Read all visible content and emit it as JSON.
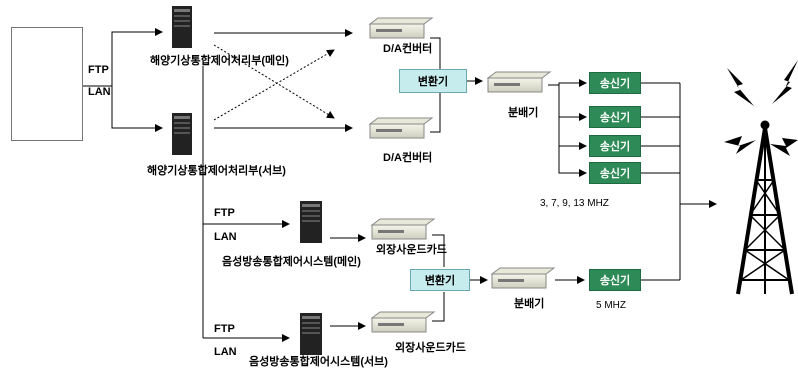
{
  "labels": {
    "ftp": "FTP",
    "lan": "LAN",
    "control_main": "해양기상통합제어처리부(메인)",
    "control_sub": "해양기상통합제어처리부(서브)",
    "da_converter": "D/A컨버터",
    "switcher": "변환기",
    "distributor": "분배기",
    "transmitter": "송신기",
    "voice_main": "음성방송통합제어시스템(메인)",
    "voice_sub": "음성방송통합제어시스템(서브)",
    "sound_card": "외장사운드카드"
  },
  "frequencies": {
    "multi": "3, 7, 9, 13 MHZ",
    "single": "5 MHZ"
  },
  "colors": {
    "transmitter": "#2e8b57",
    "switcher": "#c6ecee"
  },
  "icons": [
    "server-icon",
    "rack-device-icon",
    "radio-tower-icon",
    "lightning-bolt-icon"
  ]
}
